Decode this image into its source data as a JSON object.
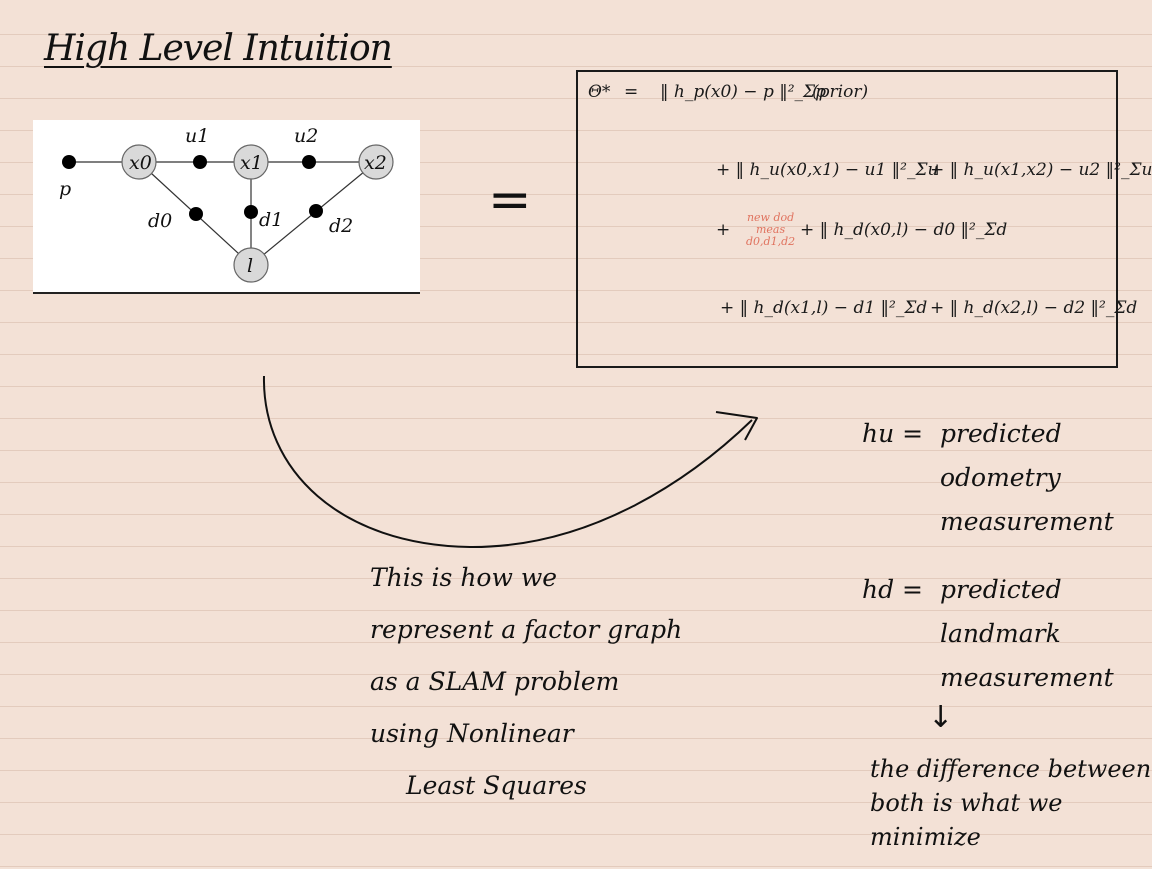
{
  "title": "High Level Intuition",
  "factor_graph": {
    "variable_nodes": [
      "x0",
      "x1",
      "x2",
      "l"
    ],
    "factor_labels": [
      "p",
      "u1",
      "u2",
      "d0",
      "d1",
      "d2"
    ]
  },
  "equals": "=",
  "cost_function": {
    "theta": "Θ*",
    "eq_sign": "=",
    "prior_term": "‖ h_p(x0) − p ‖²_Σp",
    "prior_note": "(prior)",
    "odometry_terms": [
      "+ ‖ h_u(x0,x1) − u1 ‖²_Σu",
      "+ ‖ h_u(x1,x2) − u2 ‖²_Σu"
    ],
    "landmark_note_lines": [
      "new dod",
      "meas",
      "d0,d1,d2"
    ],
    "landmark_term_0": "+ ‖ h_d(x0,l) − d0 ‖²_Σd",
    "landmark_terms_rest": [
      "+ ‖ h_d(x1,l) − d1 ‖²_Σd",
      "+ ‖ h_d(x2,l) − d2 ‖²_Σd"
    ]
  },
  "caption_lines": [
    "This is how we",
    "represent a factor graph",
    "as a SLAM problem",
    "using Nonlinear",
    "Least Squares"
  ],
  "definitions": {
    "hu_symbol": "hu =",
    "hu_lines": [
      "predicted",
      "odometry",
      "measurement"
    ],
    "hd_symbol": "hd =",
    "hd_lines": [
      "predicted",
      "landmark",
      "measurement"
    ]
  },
  "down_arrow": "↓",
  "difference_note_lines": [
    "the difference between",
    "both is what we",
    "minimize"
  ],
  "colors": {
    "ink": "#111111",
    "annotation": "#e0735f",
    "paper": "#f3e1d6",
    "node_fill": "#d9d9d9"
  }
}
